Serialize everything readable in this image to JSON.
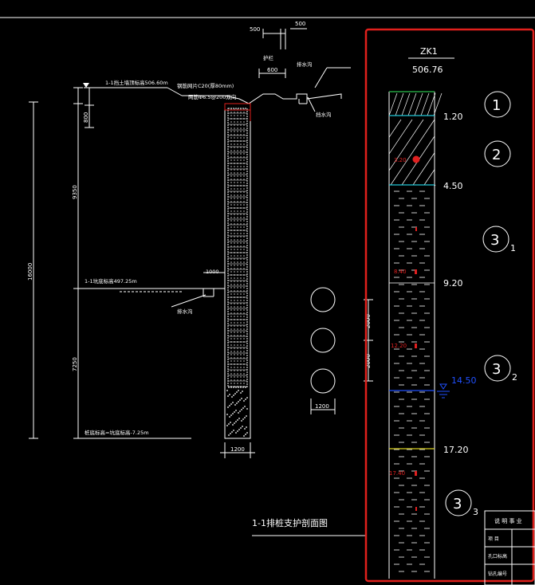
{
  "colors": {
    "background": "#000000",
    "lines": "#ffffff",
    "highlight_box": "#e0201c",
    "cyan_layer_line": "#22c8d8",
    "green_surface": "#22a040",
    "yellow_layer_line": "#d8d020",
    "water_level": "#2050ff",
    "red_sample": "#e02020"
  },
  "section": {
    "dims_top": [
      "500",
      "500",
      "600"
    ],
    "top_labels": [
      "1-1挡土墙顶标高506.60m",
      "钢筋网片C20(厚80mm)",
      "网筋Φ6.5@200双向",
      "护栏",
      "排水沟",
      "挡水沟"
    ],
    "mid_label": "1-1坑底标高497.25m",
    "dim_1000": "1000",
    "drain_label": "排水沟",
    "bottom_label": "桩底标高=坑底标高-7.25m",
    "left_dims": [
      "800",
      "9350",
      "16000",
      "7250"
    ],
    "pile_width": "1200",
    "spacing_dims": [
      "2000",
      "2000"
    ],
    "circle_width": "1200",
    "title": "1-1排桩支护剖面图"
  },
  "borehole": {
    "name": "ZK1",
    "elevation": "506.76",
    "depths": [
      "1.20",
      "4.50",
      "9.20",
      "17.20"
    ],
    "water_depth": "14.50",
    "sample_depths": [
      "3.20",
      "8.40",
      "12.20",
      "17.40"
    ],
    "layers": [
      {
        "main": "1",
        "sub": ""
      },
      {
        "main": "2",
        "sub": ""
      },
      {
        "main": "3",
        "sub": "1"
      },
      {
        "main": "3",
        "sub": "2"
      },
      {
        "main": "3",
        "sub": "3"
      }
    ]
  },
  "title_block": {
    "header": "说 明 事 业",
    "rows": [
      "项  目",
      "孔口标高",
      "钻孔编号"
    ]
  }
}
